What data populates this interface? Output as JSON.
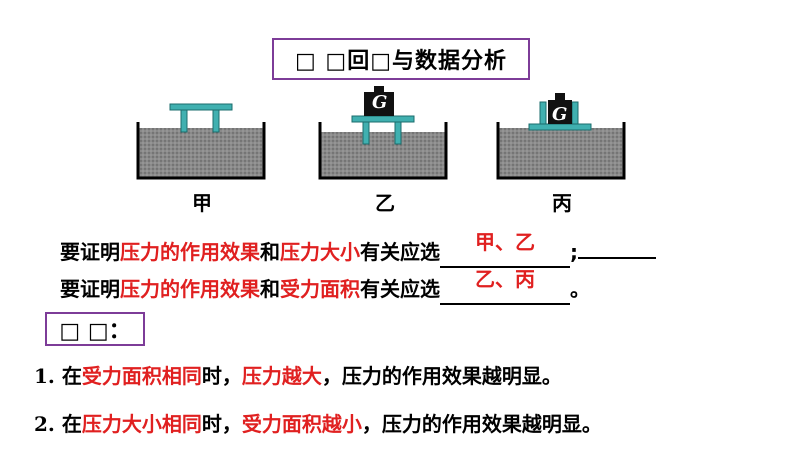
{
  "title": "□ □回□与数据分析",
  "captions": [
    "甲",
    "乙",
    "丙"
  ],
  "weight_label": "G",
  "line1": {
    "p1": "要证明",
    "r1": "压力的作用效果",
    "p2": "和",
    "r2": "压力大小",
    "p3": "有关应选",
    "answer": "甲、乙",
    "p4": ";"
  },
  "line2": {
    "p1": "要证明",
    "r1": "压力的作用效果",
    "p2": "和",
    "r2": "受力面积",
    "p3": "有关应选",
    "answer": "乙、丙",
    "p4": "。"
  },
  "conclusion_label": "□ □：",
  "conclusions": [
    {
      "n": "1. 在",
      "r1": "受力面积相同",
      "m": "时，",
      "r2": "压力越大",
      "e": "，压力的作用效果越明显。"
    },
    {
      "n": "2. 在",
      "r1": "压力大小相同",
      "m": "时，",
      "r2": "受力面积越小",
      "e": "，压力的作用效果越明显。"
    }
  ]
}
